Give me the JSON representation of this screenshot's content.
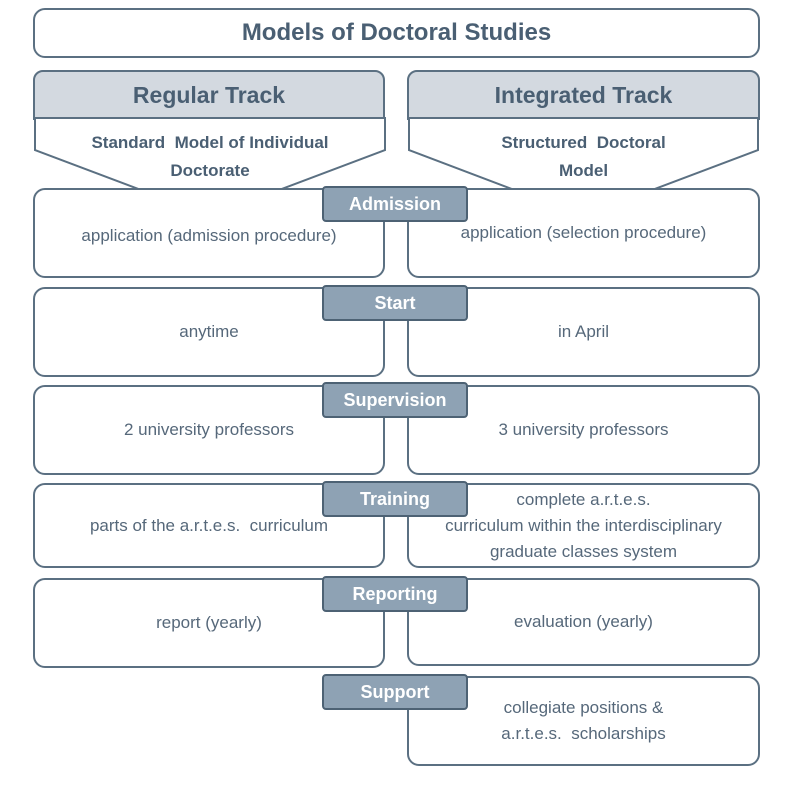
{
  "title": "Models of Doctoral Studies",
  "tracks": {
    "regular": {
      "header": "Regular Track",
      "model_line1": "Standard  Model of Individual",
      "model_line2": "Doctorate"
    },
    "integrated": {
      "header": "Integrated Track",
      "model_line1": "Structured  Doctoral",
      "model_line2": "Model"
    }
  },
  "stages": [
    {
      "tag": "Admission",
      "regular": "application (admission procedure)",
      "integrated": "application (selection procedure)"
    },
    {
      "tag": "Start",
      "regular": "anytime",
      "integrated": "in April"
    },
    {
      "tag": "Supervision",
      "regular": "2 university professors",
      "integrated": "3 university professors"
    },
    {
      "tag": "Training",
      "regular": "parts of the a.r.t.e.s.  curriculum",
      "integrated_lines": [
        "complete a.r.t.e.s.",
        "curriculum within the interdisciplinary",
        "graduate classes system"
      ]
    },
    {
      "tag": "Reporting",
      "regular": "report (yearly)",
      "integrated": "evaluation (yearly)"
    },
    {
      "tag": "Support",
      "integrated_lines": [
        "collegiate positions &",
        "a.r.t.e.s.  scholarships"
      ]
    }
  ],
  "colors": {
    "border": "#5b7082",
    "header_fill": "#d3d9e0",
    "tag_fill": "#8ea2b4",
    "text": "#4a5f73"
  }
}
